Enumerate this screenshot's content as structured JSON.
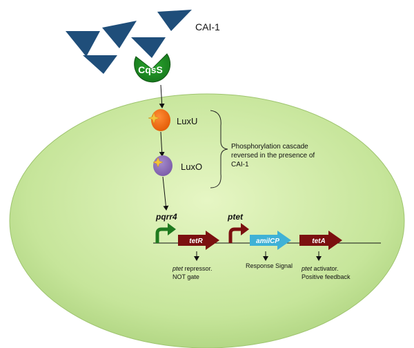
{
  "signal": {
    "label": "CAI-1"
  },
  "receptor": {
    "label": "CqsS"
  },
  "proteins": [
    {
      "label": "LuxU",
      "color": "#f26a0e"
    },
    {
      "label": "LuxO",
      "color": "#8a6bb5"
    }
  ],
  "cascade_note": {
    "line1": "Phosphorylation cascade",
    "line2": "reversed in the presence of",
    "line3": "CAI-1"
  },
  "promoters": [
    {
      "label": "pqrr4",
      "color": "#1f7a1f"
    },
    {
      "label": "ptet",
      "color": "#7b1010"
    }
  ],
  "genes": [
    {
      "label": "tetR",
      "color": "#7b1010"
    },
    {
      "label": "amilCP",
      "color": "#3fb1d6"
    },
    {
      "label": "tetA",
      "color": "#7b1010"
    }
  ],
  "notes": {
    "tetR": {
      "italic": "ptet",
      "line1_rest": " repressor.",
      "line2": "NOT gate"
    },
    "amilCP": {
      "line1": "Response Signal"
    },
    "tetA": {
      "italic": "ptet",
      "line1_rest": " activator.",
      "line2": "Positive feedback"
    }
  },
  "colors": {
    "cell_fill": "#c6e59a",
    "triangle": "#1f4e7a",
    "receptor": "#1e8a22",
    "sparkle": "#f4c23a"
  }
}
